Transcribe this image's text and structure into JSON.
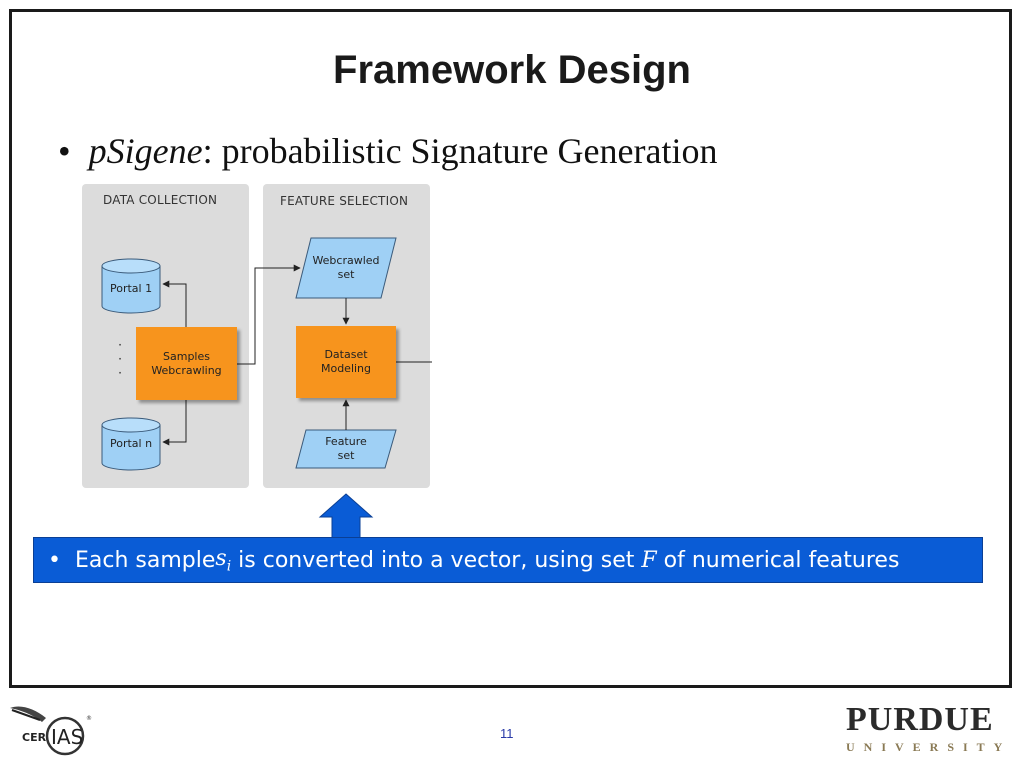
{
  "slide": {
    "title": "Framework Design",
    "bullet_italic": "pSigene",
    "bullet_rest": ": probabilistic Signature Generation",
    "page_number": "11"
  },
  "diagram": {
    "data_collection": {
      "label": "DATA COLLECTION",
      "portal_1": "Portal 1",
      "portal_n": "Portal n",
      "ellipsis": ". . .",
      "process_line1": "Samples",
      "process_line2": "Webcrawling"
    },
    "feature_selection": {
      "label": "FEATURE SELECTION",
      "webcrawled_line1": "Webcrawled",
      "webcrawled_line2": "set",
      "modeling_line1": "Dataset",
      "modeling_line2": "Modeling",
      "feature_line1": "Feature",
      "feature_line2": "set"
    }
  },
  "callout": {
    "bullet": "•",
    "text_before": "Each sample ",
    "var_s": "s",
    "var_sub": "i",
    "text_middle": " is converted into a vector, using set ",
    "var_f": "F",
    "text_after": " of numerical features"
  },
  "logos": {
    "left": "CERIAS",
    "left_part1": "CER",
    "left_part2": "IAS",
    "right_top": "PURDUE",
    "right_bottom": "UNIVERSITY"
  },
  "colors": {
    "panel": "#dcdcdc",
    "process": "#f7941d",
    "data": "#9fd0f5",
    "callout": "#0a5cd6",
    "arrow": "#0a5cd6",
    "purdue_gold": "#8a7a55"
  }
}
